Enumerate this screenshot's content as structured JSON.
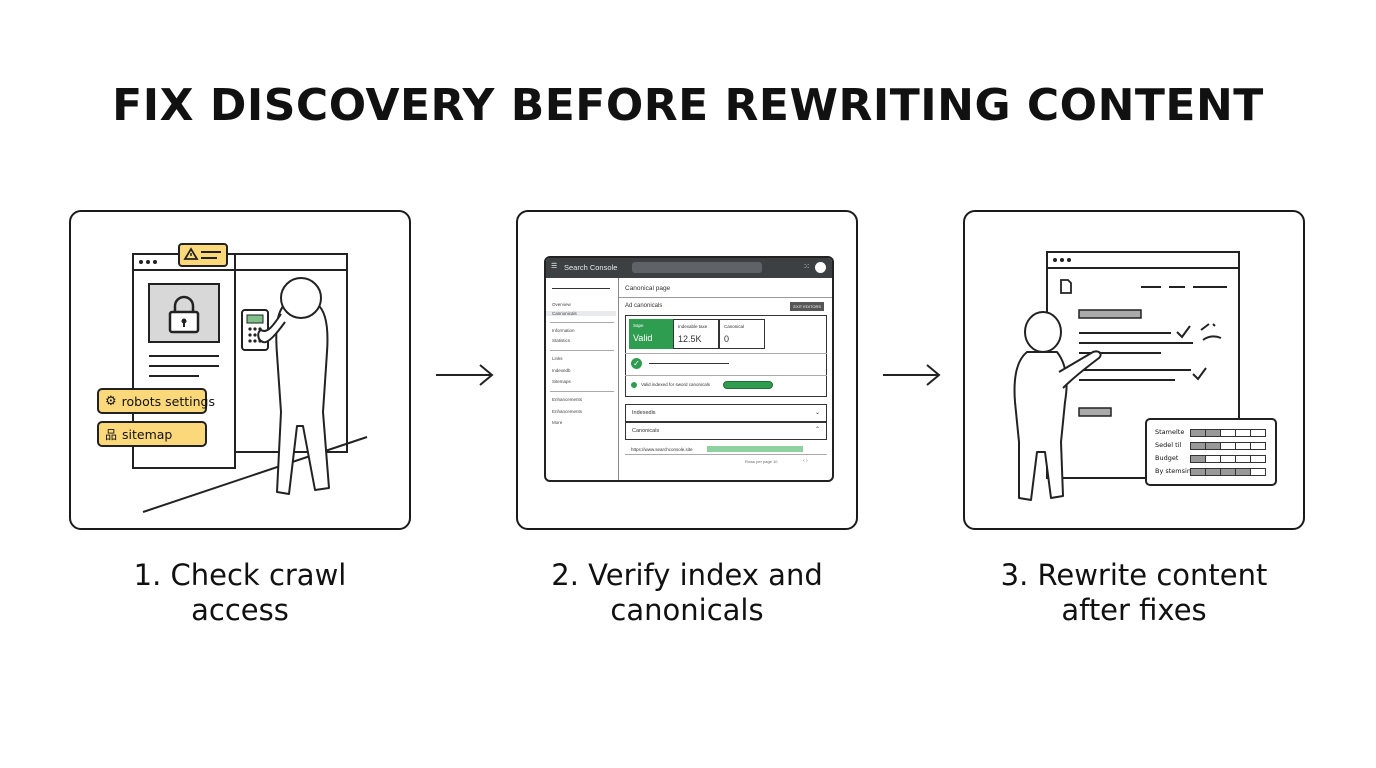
{
  "title": "FIX DISCOVERY BEFORE REWRITING CONTENT",
  "steps": [
    {
      "caption_line1": "1. Check crawl",
      "caption_line2": "access",
      "tags": {
        "robots": "robots settings",
        "sitemap": "sitemap"
      },
      "icons": [
        "warning-icon",
        "lock-icon",
        "gear-icon",
        "sitemap-icon",
        "keypad-icon"
      ]
    },
    {
      "caption_line1": "2. Verify index and",
      "caption_line2": "canonicals",
      "console": {
        "brand": "Search Console",
        "page_title": "Canonical page",
        "section_label": "Ad canonicals",
        "button": "EXIT EDITORS",
        "sidebar": [
          "Overview",
          "Cannonicals",
          "Information",
          "Statistics",
          "Links",
          "Indexedb",
          "Sitemaps",
          "Enhancements",
          "More"
        ],
        "sidebar_groups": [
          "Links",
          "Enhancements"
        ],
        "stats": [
          {
            "label": "Sape",
            "value": "Valid",
            "highlight": true
          },
          {
            "label": "Indexable taxe",
            "value": "12.5K"
          },
          {
            "label": "Canonical",
            "value": "0"
          }
        ],
        "valid_note": "Valid indexed for sword canonicals",
        "accordions": [
          "Indexedis",
          "Canonicals"
        ],
        "url_row": "https://www.searchconsole.site",
        "pager": "Rows per page  10"
      },
      "accent": "#2e9d4f"
    },
    {
      "caption_line1": "3. Rewrite content",
      "caption_line2": "after fixes",
      "table_rows": [
        {
          "label": "Stamelte",
          "filled": 2
        },
        {
          "label": "Sedel til",
          "filled": 2
        },
        {
          "label": "Budget",
          "filled": 1
        },
        {
          "label": "By stemsing",
          "filled": 4
        }
      ]
    }
  ],
  "colors": {
    "tag": "#fbd87a",
    "accent_green": "#2e9d4f",
    "console_header": "#3c4043"
  }
}
